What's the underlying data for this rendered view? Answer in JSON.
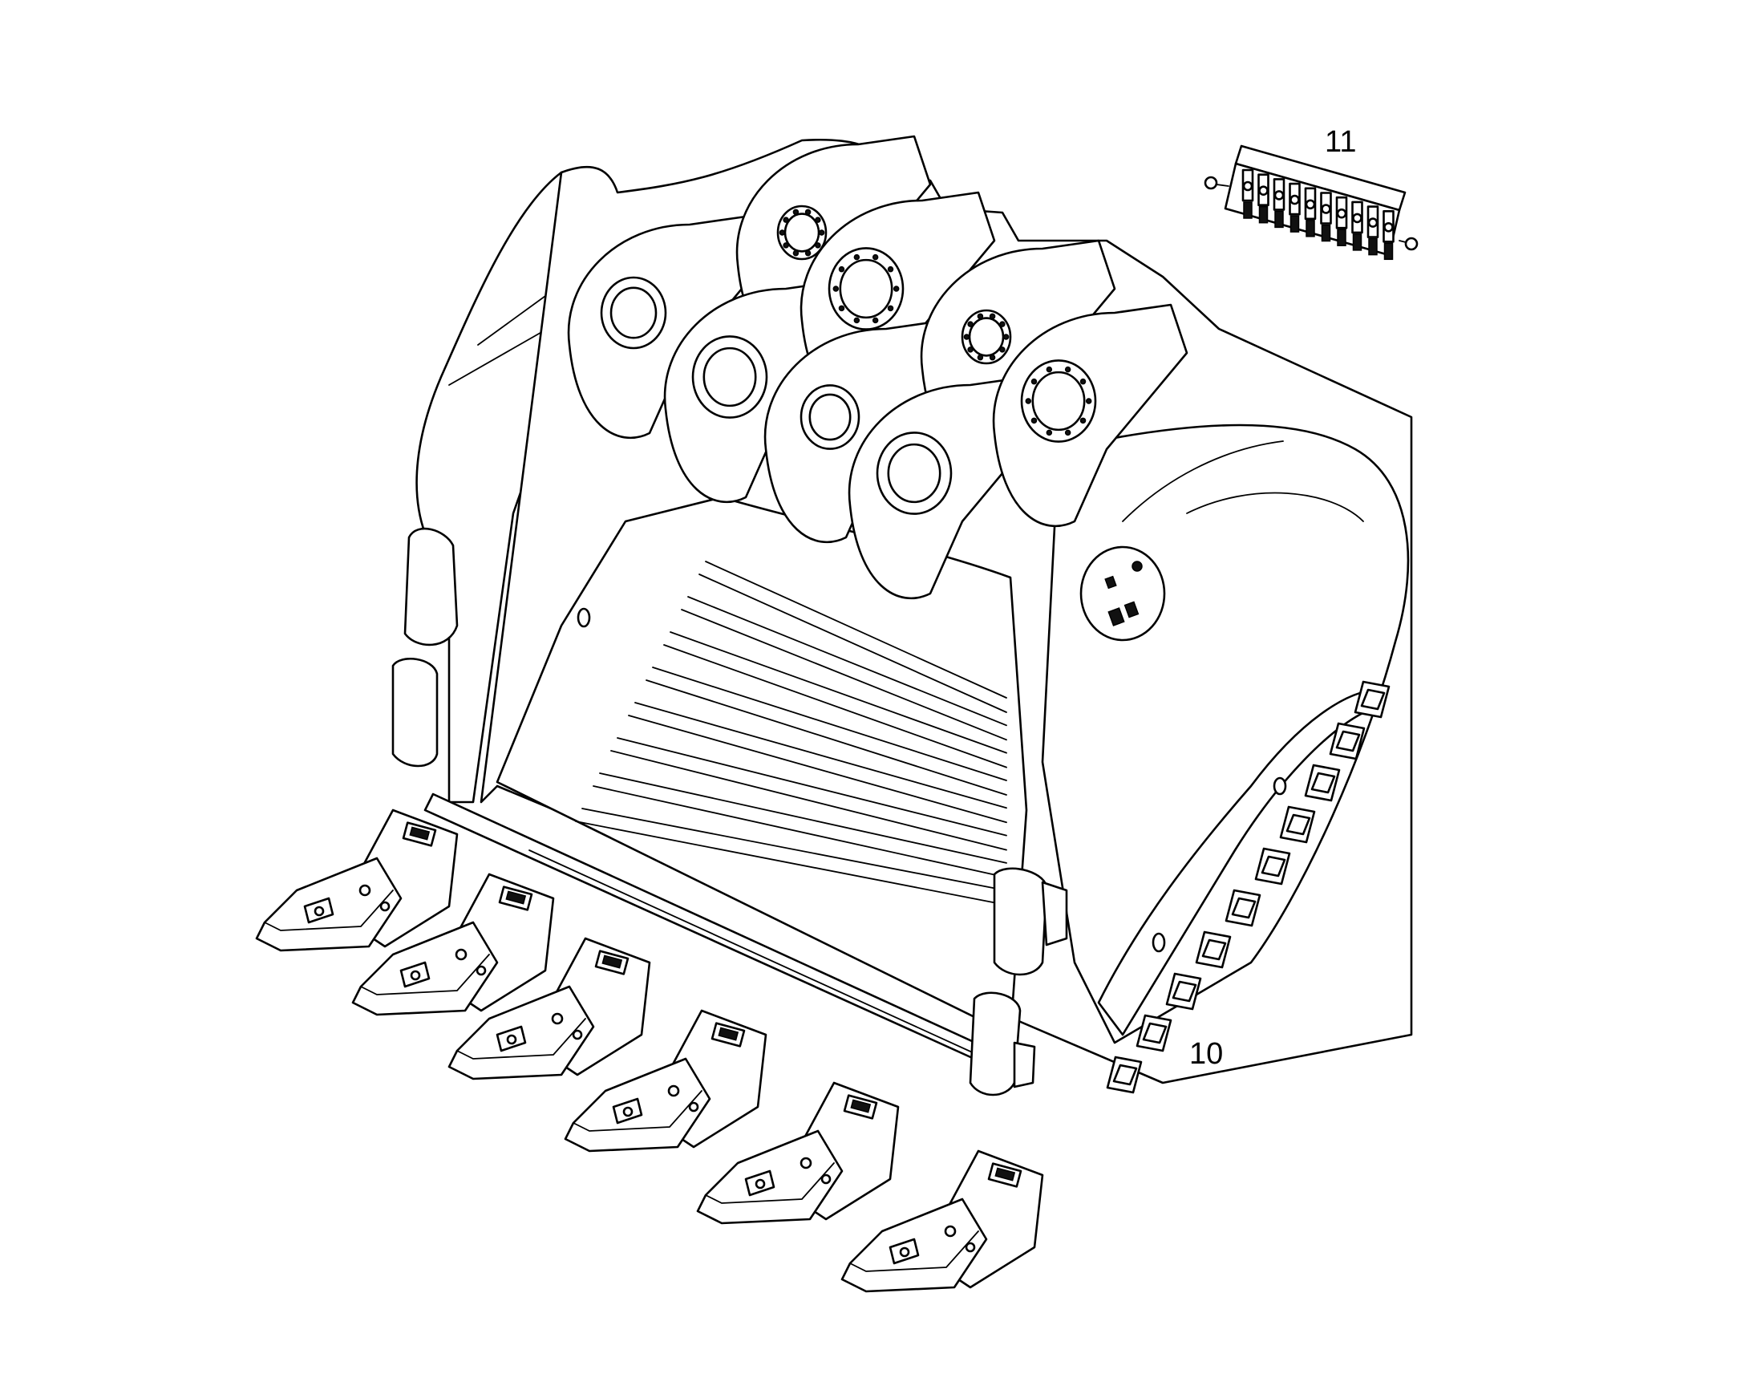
{
  "diagram": {
    "callouts": [
      {
        "id": "11",
        "label": "11"
      },
      {
        "id": "10",
        "label": "10"
      }
    ],
    "colors": {
      "line": "#000000",
      "background": "#ffffff"
    }
  }
}
